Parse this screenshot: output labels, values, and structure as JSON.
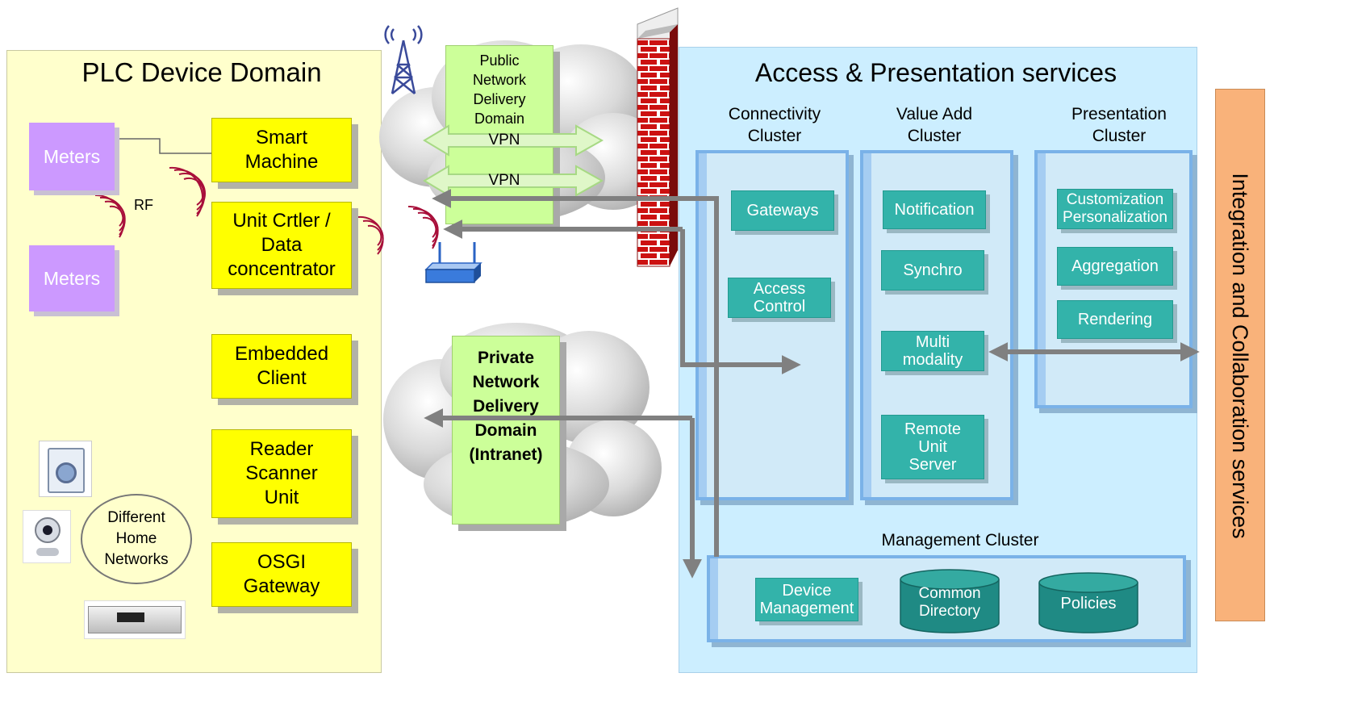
{
  "plc": {
    "title": "PLC Device Domain",
    "meters": [
      "Meters",
      "Meters"
    ],
    "rf": "RF",
    "boxes": {
      "smart": "Smart\nMachine",
      "unit": "Unit Crtler /\nData\nconcentrator",
      "embedded": "Embedded\nClient",
      "reader": "Reader\nScanner\nUnit",
      "osgi": "OSGI\nGateway"
    },
    "home_networks": "Different\nHome\nNetworks"
  },
  "network": {
    "public": "Public\nNetwork\nDelivery\nDomain",
    "vpn": [
      "VPN",
      "VPN"
    ],
    "private": "Private\nNetwork\nDelivery\nDomain\n(Intranet)"
  },
  "access": {
    "title": "Access & Presentation services",
    "clusters": {
      "connectivity": "Connectivity\nCluster",
      "value_add": "Value Add\nCluster",
      "presentation": "Presentation\nCluster",
      "management": "Management Cluster"
    },
    "modules": {
      "gateways": "Gateways",
      "access_control": "Access\nControl",
      "notification": "Notification",
      "synchro": "Synchro",
      "multi": "Multi\nmodality",
      "remote": "Remote\nUnit\nServer",
      "customization": "Customization\nPersonalization",
      "aggregation": "Aggregation",
      "rendering": "Rendering",
      "device_mgmt": "Device\nManagement",
      "common_dir": "Common\nDirectory",
      "policies": "Policies"
    }
  },
  "integration": "Integration and Collaboration services",
  "colors": {
    "plc_bg": "#ffffcc",
    "access_bg": "#cceeff",
    "module_teal": "#33b3aa",
    "box_yellow": "#ffff00",
    "meter_purple": "#cc99ff",
    "network_green": "#ccff99",
    "integration_orange": "#f9b27a",
    "arrow_grey": "#808080"
  }
}
